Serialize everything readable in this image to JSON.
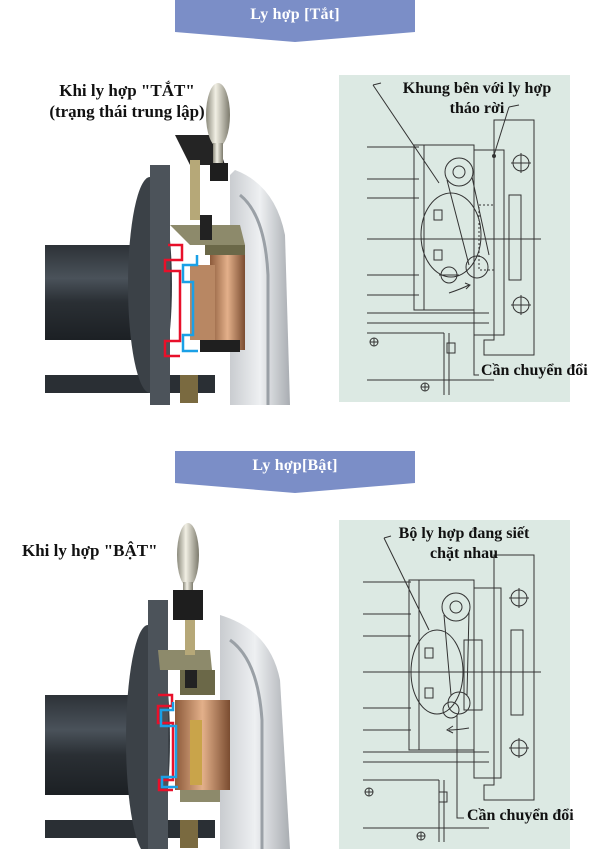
{
  "sections": [
    {
      "banner": {
        "label": "Ly hợp [Tắt]",
        "color": "#7b8ec7"
      },
      "photo": {
        "caption_line1": "Khi ly hợp \"TẮT\"",
        "caption_line2": "(trạng thái trung lập)",
        "state": "off"
      },
      "diagram": {
        "label_top_line1": "Khung bên với ly hợp",
        "label_top_line2": "tháo rời",
        "label_bottom": "Cần chuyển đổi",
        "background": "#dce9e3"
      }
    },
    {
      "banner": {
        "label": "Ly hợp[Bật]",
        "color": "#7b8ec7"
      },
      "photo": {
        "caption_line1": "Khi ly hợp \"BẬT\"",
        "state": "on"
      },
      "diagram": {
        "label_top_line1": "Bộ ly hợp đang siết",
        "label_top_line2": "chặt nhau",
        "label_bottom": "Cần chuyển đổi",
        "background": "#dce9e3"
      }
    }
  ],
  "highlight_colors": {
    "red": "#e8102a",
    "blue": "#1aa0e6"
  }
}
